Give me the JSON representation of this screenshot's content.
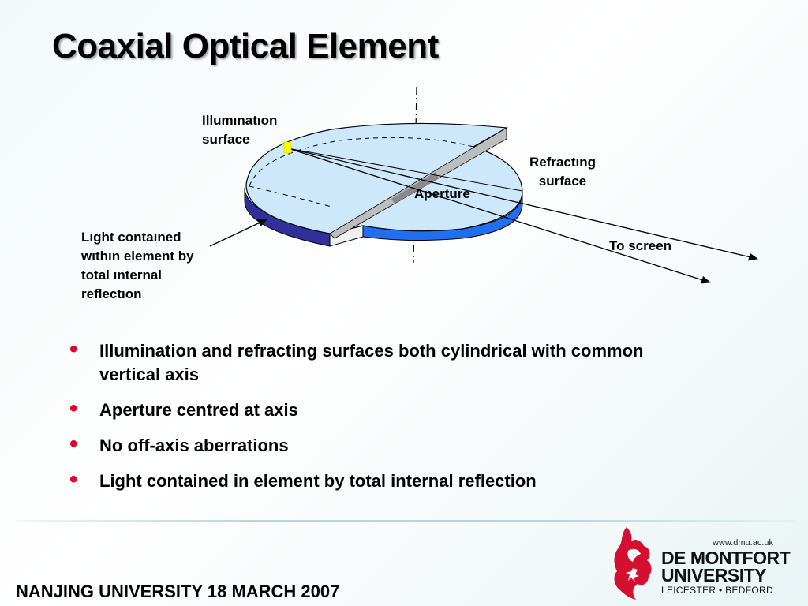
{
  "slide": {
    "title": "Coaxial Optical Element",
    "footer": "NANJING UNIVERSITY 18 MARCH 2007"
  },
  "diagram": {
    "labels": {
      "illumination_line1": "Illumınatıon",
      "illumination_line2": "surface",
      "refracting_line1": "Refractıng",
      "refracting_line2": "surface",
      "aperture": "Aperture",
      "to_screen": "To screen",
      "tir_line1": "Lıght contaıned",
      "tir_line2": "wıthın element by",
      "tir_line3": "total ınternal",
      "tir_line4": "reflectıon"
    },
    "colors": {
      "top_face": "#cde8fb",
      "edge_dark": "#30309a",
      "edge_bright": "#1f6ff0",
      "source": "#ffff00",
      "bullet": "#e4002b"
    }
  },
  "bullets": [
    "Illumination and refracting surfaces both cylindrical with common vertical axis",
    "Aperture centred at axis",
    "No off-axis aberrations",
    "Light contained in element by total internal reflection"
  ],
  "logo": {
    "url": "www.dmu.ac.uk",
    "line1": "DE MONTFORT",
    "line2": "UNIVERSITY",
    "line3": "LEICESTER • BEDFORD",
    "icon": "lion-crest-icon"
  }
}
